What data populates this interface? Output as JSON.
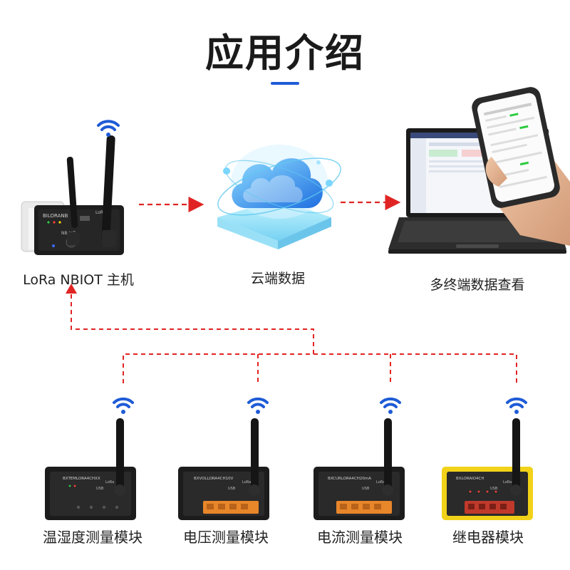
{
  "title": "应用介绍",
  "host": {
    "label": "LoRa NBIOT 主机",
    "brand": "BILORANB",
    "port_label": "NB-IoT",
    "ant_label": "LoRa"
  },
  "cloud": {
    "label": "云端数据"
  },
  "terminal": {
    "label": "多终端数据查看"
  },
  "modules": [
    {
      "label": "温湿度测量模块",
      "model": "BXTEMLORA4CHXX",
      "ant_label": "LoRa",
      "port_label": "USB"
    },
    {
      "label": "电压测量模块",
      "model": "BXVOLLORA4CH10V",
      "ant_label": "LoRa",
      "port_label": "USB"
    },
    {
      "label": "电流测量模块",
      "model": "BXCURLORA4CH20mA",
      "ant_label": "LoRa",
      "port_label": "USB"
    },
    {
      "label": "继电器模块",
      "model": "BXLORAIO4CH",
      "ant_label": "LoRa",
      "port_label": "USB"
    }
  ],
  "colors": {
    "accent": "#1e5bd6",
    "link_line": "#e02424",
    "wifi_icon": "#1e5bd6",
    "device_dark": "#2b2b2b",
    "relay_yellow": "#f2d218",
    "terminal_orange": "#e8862a"
  },
  "icons": [
    "wifi-signal-icon",
    "arrow-right-icon",
    "arrow-up-icon",
    "cloud-icon",
    "laptop-icon",
    "smartphone-icon"
  ]
}
